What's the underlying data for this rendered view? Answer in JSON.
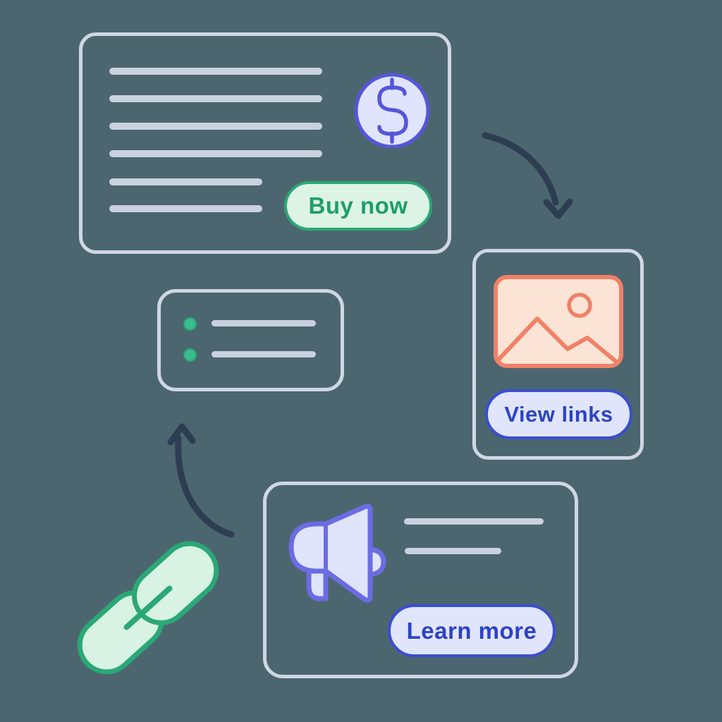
{
  "illustration": {
    "background_color": "#4c6670",
    "shared": {
      "card_border_color": "#cfd7e2",
      "placeholder_line_color": "#c9d2de",
      "arrow_color": "#2e3e52"
    },
    "product_card": {
      "placeholder_line_count": 6,
      "icon": "dollar-coin-icon",
      "icon_colors": {
        "stroke": "#5457da",
        "fill": "#e0e4fc"
      },
      "button_label": "Buy now",
      "button_colors": {
        "border": "#2aa876",
        "fill": "#ddf3e6",
        "text": "#1f9e66"
      }
    },
    "checklist_card": {
      "bullet_count": 2,
      "bullet_color": "#3bbc8c",
      "line_count": 2
    },
    "gallery_card": {
      "icon": "image-placeholder-icon",
      "icon_colors": {
        "stroke": "#f08167",
        "fill": "#fbe4d6"
      },
      "button_label": "View links",
      "button_colors": {
        "border": "#3a4ed0",
        "fill": "#e0e5fc",
        "text": "#2c43c6"
      }
    },
    "promo_card": {
      "icon": "megaphone-icon",
      "icon_colors": {
        "stroke": "#6a6de3",
        "fill": "#e0e4fb"
      },
      "placeholder_line_count": 2,
      "button_label": "Learn more",
      "button_colors": {
        "border": "#3a4ed0",
        "fill": "#e0e5fc",
        "text": "#2c43c6"
      }
    },
    "connectors": {
      "top_arrow": "curved-arrow-down-right",
      "bottom_arrow": "curved-arrow-up",
      "chain_icon": "link-chain-icon",
      "chain_colors": {
        "stroke": "#2aa876",
        "fill": "#d8f2e3"
      }
    }
  }
}
